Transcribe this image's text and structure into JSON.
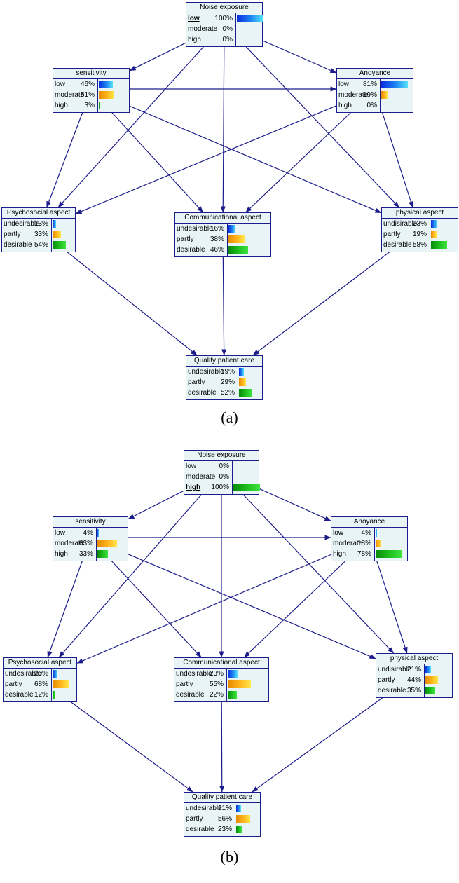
{
  "panels": [
    {
      "caption": "(a)",
      "nodes": {
        "noise": {
          "title": "Noise exposure",
          "states": [
            {
              "label": "low",
              "pct": "100%",
              "value": 100,
              "observed": true
            },
            {
              "label": "moderate",
              "pct": "0%",
              "value": 0
            },
            {
              "label": "high",
              "pct": "0%",
              "value": 0
            }
          ]
        },
        "sens": {
          "title": "sensitivity",
          "states": [
            {
              "label": "low",
              "pct": "46%",
              "value": 46
            },
            {
              "label": "moderate",
              "pct": "51%",
              "value": 51
            },
            {
              "label": "high",
              "pct": "3%",
              "value": 3
            }
          ]
        },
        "anoy": {
          "title": "Anoyance",
          "states": [
            {
              "label": "low",
              "pct": "81%",
              "value": 81
            },
            {
              "label": "moderate",
              "pct": "19%",
              "value": 19
            },
            {
              "label": "high",
              "pct": "0%",
              "value": 0
            }
          ]
        },
        "psy": {
          "title": "Psychosocial aspect",
          "states": [
            {
              "label": "undesirable",
              "pct": "13%",
              "value": 13
            },
            {
              "label": "partly",
              "pct": "33%",
              "value": 33
            },
            {
              "label": "desirable",
              "pct": "54%",
              "value": 54
            }
          ]
        },
        "comm": {
          "title": "Communicational aspect",
          "states": [
            {
              "label": "undesirable",
              "pct": "16%",
              "value": 16
            },
            {
              "label": "partly",
              "pct": "38%",
              "value": 38
            },
            {
              "label": "desirable",
              "pct": "46%",
              "value": 46
            }
          ]
        },
        "phys": {
          "title": "physical aspect",
          "states": [
            {
              "label": "undisirable",
              "pct": "23%",
              "value": 23
            },
            {
              "label": "partly",
              "pct": "19%",
              "value": 19
            },
            {
              "label": "desirable",
              "pct": "58%",
              "value": 58
            }
          ]
        },
        "qual": {
          "title": "Quality patient care",
          "states": [
            {
              "label": "undesirable",
              "pct": "19%",
              "value": 19
            },
            {
              "label": "partly",
              "pct": "29%",
              "value": 29
            },
            {
              "label": "desirable",
              "pct": "52%",
              "value": 52
            }
          ]
        }
      }
    },
    {
      "caption": "(b)",
      "nodes": {
        "noise": {
          "title": "Noise exposure",
          "states": [
            {
              "label": "low",
              "pct": "0%",
              "value": 0
            },
            {
              "label": "moderate",
              "pct": "0%",
              "value": 0
            },
            {
              "label": "high",
              "pct": "100%",
              "value": 100,
              "observed": true
            }
          ]
        },
        "sens": {
          "title": "sensitivity",
          "states": [
            {
              "label": "low",
              "pct": "4%",
              "value": 4
            },
            {
              "label": "moderate",
              "pct": "63%",
              "value": 63
            },
            {
              "label": "high",
              "pct": "33%",
              "value": 33
            }
          ]
        },
        "anoy": {
          "title": "Anoyance",
          "states": [
            {
              "label": "low",
              "pct": "4%",
              "value": 4
            },
            {
              "label": "moderate",
              "pct": "18%",
              "value": 18
            },
            {
              "label": "high",
              "pct": "78%",
              "value": 78
            }
          ]
        },
        "psy": {
          "title": "Psychosocial aspect",
          "states": [
            {
              "label": "undesirable",
              "pct": "20%",
              "value": 20
            },
            {
              "label": "partly",
              "pct": "68%",
              "value": 68
            },
            {
              "label": "desirable",
              "pct": "12%",
              "value": 12
            }
          ]
        },
        "comm": {
          "title": "Communicational aspect",
          "states": [
            {
              "label": "undesirable",
              "pct": "23%",
              "value": 23
            },
            {
              "label": "partly",
              "pct": "55%",
              "value": 55
            },
            {
              "label": "desirable",
              "pct": "22%",
              "value": 22
            }
          ]
        },
        "phys": {
          "title": "physical aspect",
          "states": [
            {
              "label": "undisirable",
              "pct": "21%",
              "value": 21
            },
            {
              "label": "partly",
              "pct": "44%",
              "value": 44
            },
            {
              "label": "desirable",
              "pct": "35%",
              "value": 35
            }
          ]
        },
        "qual": {
          "title": "Quality patient care",
          "states": [
            {
              "label": "undesirable",
              "pct": "21%",
              "value": 21
            },
            {
              "label": "partly",
              "pct": "56%",
              "value": 56
            },
            {
              "label": "desirable",
              "pct": "23%",
              "value": 23
            }
          ]
        }
      }
    }
  ],
  "edges": [
    [
      "noise",
      "sens"
    ],
    [
      "noise",
      "anoy"
    ],
    [
      "noise",
      "psy"
    ],
    [
      "noise",
      "comm"
    ],
    [
      "noise",
      "phys"
    ],
    [
      "sens",
      "anoy"
    ],
    [
      "sens",
      "psy"
    ],
    [
      "sens",
      "comm"
    ],
    [
      "sens",
      "phys"
    ],
    [
      "anoy",
      "psy"
    ],
    [
      "anoy",
      "comm"
    ],
    [
      "anoy",
      "phys"
    ],
    [
      "psy",
      "qual"
    ],
    [
      "comm",
      "qual"
    ],
    [
      "phys",
      "qual"
    ]
  ],
  "colors": {
    "edge": "#1c1c8a",
    "node_fill": "#e8f4f6",
    "node_border": "#1c1c8a",
    "state_bars": [
      "blue",
      "orange",
      "green"
    ]
  }
}
